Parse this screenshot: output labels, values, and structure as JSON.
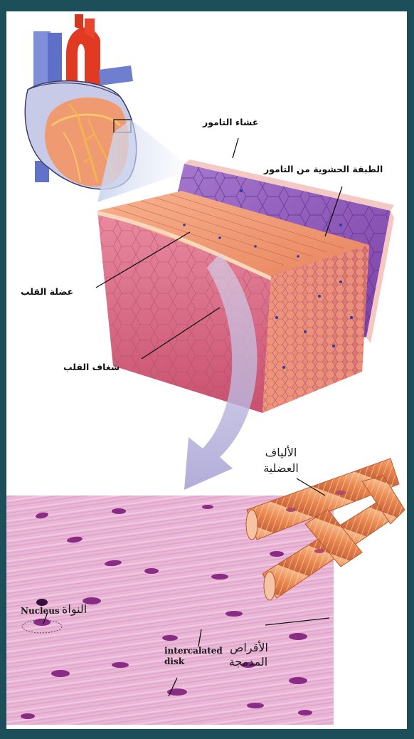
{
  "labels": {
    "pericardium": "غشاء التامور",
    "visceral_pericardium": "الطبقة الحشوية من التامور",
    "myocardium": "عضلة القلب",
    "endocardium": "شغاف القلب",
    "muscle_fibers_line1": "الألياف",
    "muscle_fibers_line2": "العضلية",
    "nucleus_en": "Nucleus",
    "nucleus_ar": "النواة",
    "intercalated_en_line1": "intercalated",
    "intercalated_en_line2": "disk",
    "intercalated_ar_line1": "الأقراص",
    "intercalated_ar_line2": "المدمجة"
  },
  "colors": {
    "frame": "#1d4f5a",
    "muscle_pink": "#e07a8a",
    "muscle_orange": "#f39a6e",
    "pericardium_purple": "#8a4fb5",
    "histology_pink": "#e8b3d6",
    "nucleus_purple": "#8a2b85",
    "arrow": "#b8b4dc"
  }
}
